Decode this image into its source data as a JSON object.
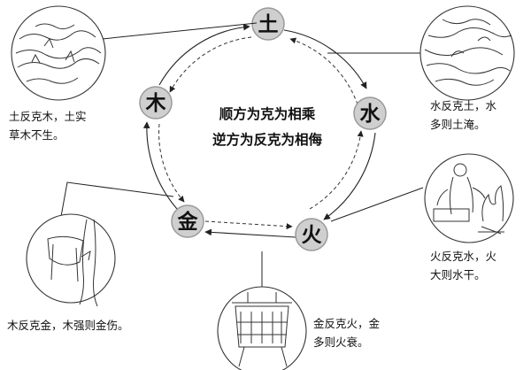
{
  "center": {
    "line1": "顺方为克为相乘",
    "line2": "逆方为反克为相侮"
  },
  "elements": {
    "earth": "土",
    "water": "水",
    "fire": "火",
    "metal": "金",
    "wood": "木"
  },
  "captions": {
    "earth_over_wood": [
      "土反克木，土实",
      "草木不生。"
    ],
    "water_over_earth": [
      "水反克土，水",
      "多则土淹。"
    ],
    "fire_over_water": [
      "火反克水，火",
      "大则水干。"
    ],
    "metal_over_fire": [
      "金反克火，金",
      "多则火衰。"
    ],
    "wood_over_metal": [
      "木反克金，木强则金伤。"
    ]
  },
  "colors": {
    "node_fill": "#cfcfcf",
    "line": "#222222"
  }
}
